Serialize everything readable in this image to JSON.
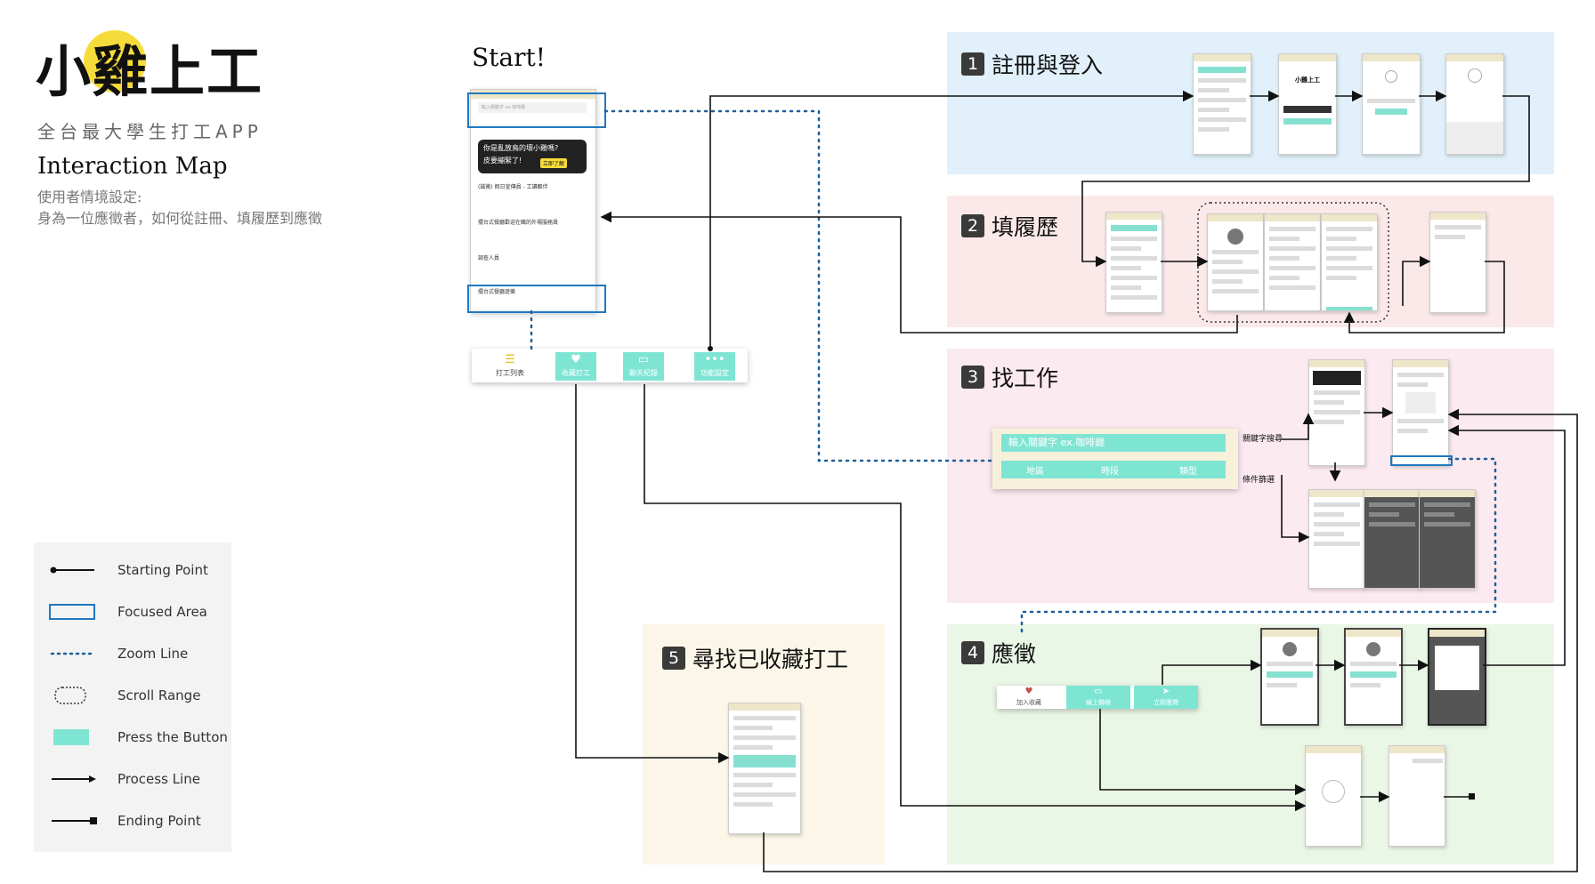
{
  "logo": {
    "mark": "小雞上工",
    "tagline": "全台最大學生打工APP"
  },
  "header": {
    "title": "Interaction Map",
    "scenario_label": "使用者情境設定:",
    "scenario_text": "身為一位應徵者，如何從註冊、填履歷到應徵"
  },
  "start_label": "Start!",
  "legend": [
    {
      "icon": "starting-point-icon",
      "label": "Starting Point"
    },
    {
      "icon": "focused-area-icon",
      "label": "Focused Area"
    },
    {
      "icon": "zoom-line-icon",
      "label": "Zoom Line"
    },
    {
      "icon": "scroll-range-icon",
      "label": "Scroll Range"
    },
    {
      "icon": "press-button-icon",
      "label": "Press the Button"
    },
    {
      "icon": "process-line-icon",
      "label": "Process Line"
    },
    {
      "icon": "ending-point-icon",
      "label": "Ending Point"
    }
  ],
  "sections": [
    {
      "num": "1",
      "title": "註冊與登入",
      "color": "#e1f0fa"
    },
    {
      "num": "2",
      "title": "填履歷",
      "color": "#fbe9ea"
    },
    {
      "num": "3",
      "title": "找工作",
      "color": "#fbeaf0"
    },
    {
      "num": "4",
      "title": "應徵",
      "color": "#eaf6e6"
    },
    {
      "num": "5",
      "title": "尋找已收藏打工",
      "color": "#fbf6e8"
    }
  ],
  "home_screen": {
    "search_placeholder": "輸入關鍵字 ex.咖啡廳",
    "banner_line1": "你是亂放鳥的壞小雞嗎?",
    "banner_line2": "皮要繃緊了!",
    "banner_cta": "立即了解",
    "jobs": [
      "(誠徵) 假日宣傳員 - 工讀夥伴",
      "擺台式餐廳歡迎在職的外場服務員",
      "調查人員"
    ],
    "bottom_item": "擺台式餐廳遊樂"
  },
  "main_tabs": [
    {
      "icon": "list-icon",
      "label": "打工列表"
    },
    {
      "icon": "heart-icon",
      "label": "收藏打工"
    },
    {
      "icon": "chat-icon",
      "label": "聊天紀錄"
    },
    {
      "icon": "more-icon",
      "label": "功能設定"
    }
  ],
  "search_card": {
    "placeholder": "輸入關鍵字 ex.咖啡廳",
    "filters": [
      "地區",
      "時段",
      "類型"
    ],
    "keyword_label": "關鍵字搜尋",
    "filter_label": "條件篩選"
  },
  "apply_card": {
    "buttons": [
      "加入收藏",
      "線上聯絡",
      "立即應徵"
    ]
  },
  "colors": {
    "accent": "#7fe5d3",
    "focus": "#1f78c1",
    "logo_yellow": "#f6dc3a"
  }
}
